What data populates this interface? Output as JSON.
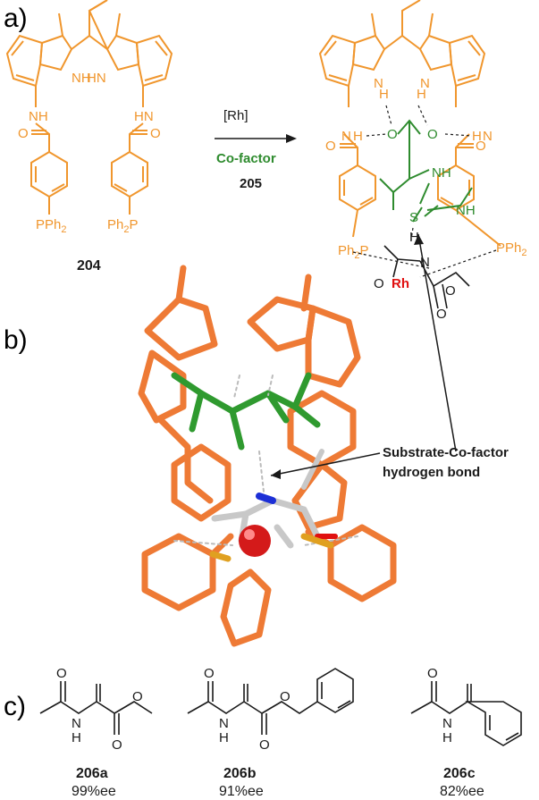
{
  "panel_labels": {
    "a": "a)",
    "b": "b)",
    "c": "c)"
  },
  "reaction": {
    "catalyst": "[Rh]",
    "cofactor_label": "Co-factor",
    "cofactor_number": "205",
    "ligand_number": "204"
  },
  "atoms": {
    "nh": "NH",
    "hn": "HN",
    "n": "N",
    "h": "H",
    "o": "O",
    "s": "S",
    "rh": "Rh",
    "pph2_sub": "2",
    "pph2_main": "PPh",
    "ph2p_main": "Ph",
    "ph2p_p": "P"
  },
  "callout": {
    "line1": "Substrate-Co-factor",
    "line2": "hydrogen bond"
  },
  "substrates": [
    {
      "id": "206a",
      "ee": "99%ee"
    },
    {
      "id": "206b",
      "ee": "91%ee"
    },
    {
      "id": "206c",
      "ee": "82%ee"
    }
  ],
  "colors": {
    "ligand": "#f0962d",
    "cofactor": "#2e8b2e",
    "rhodium": "#e01010",
    "model_ligand": "#ee7a35",
    "model_cofactor": "#2f9a2f"
  }
}
